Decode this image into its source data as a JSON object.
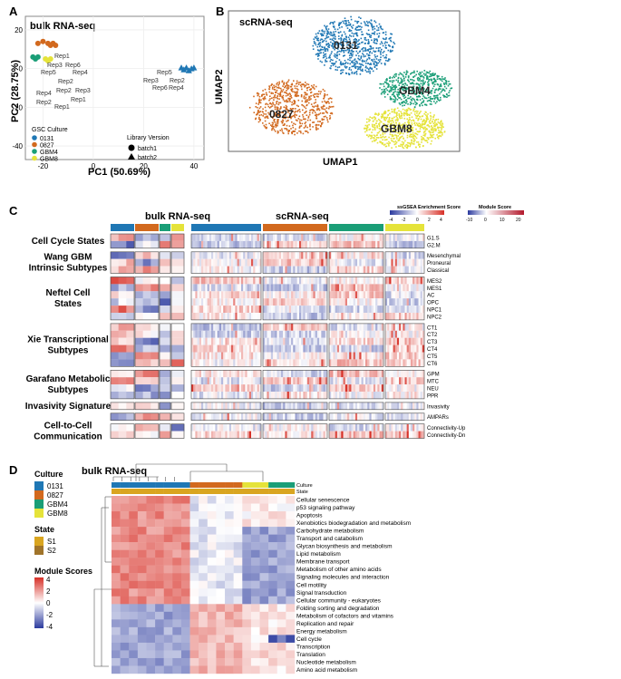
{
  "panels": {
    "a": "A",
    "b": "B",
    "c": "C",
    "d": "D"
  },
  "panel_a": {
    "title": "bulk RNA-seq",
    "legend_culture_title": "GSC Culture",
    "cultures": [
      {
        "name": "0131",
        "color": "#1f77b4"
      },
      {
        "name": "0827",
        "color": "#d2691e"
      },
      {
        "name": "GBM4",
        "color": "#1a9e77"
      },
      {
        "name": "GBM8",
        "color": "#e5e33a"
      }
    ],
    "legend_library_title": "Library Version",
    "library": [
      "batch1",
      "batch2"
    ],
    "rep_labels_left": [
      "Rep1",
      "Rep3",
      "Rep6",
      "Rep5",
      "Rep4",
      "Rep2",
      "Rep2",
      "Rep3",
      "Rep4",
      "Rep2",
      "Rep1",
      "Rep1"
    ],
    "rep_labels_right": [
      "Rep5",
      "Rep3",
      "Rep2",
      "Rep6",
      "Rep4"
    ]
  },
  "chart_data": {
    "type": "scatter",
    "xlabel": "PC1 (50.69%)",
    "ylabel": "PC2 (28.75%)",
    "xticks": [
      "-20",
      "0",
      "20",
      "40"
    ],
    "yticks": [
      "20",
      "0",
      "-20",
      "-40"
    ],
    "xlim": [
      -27,
      44
    ],
    "ylim": [
      -47,
      27
    ],
    "series": [
      {
        "name": "0131",
        "points": [
          [
            35,
            0.5
          ],
          [
            36,
            -0.5
          ],
          [
            37,
            0.5
          ],
          [
            38,
            -1
          ],
          [
            39,
            0
          ],
          [
            40,
            0.5
          ]
        ]
      },
      {
        "name": "0827",
        "points": [
          [
            -22,
            13
          ],
          [
            -20,
            14
          ],
          [
            -18,
            13
          ],
          [
            -17,
            12
          ],
          [
            -16,
            13
          ],
          [
            -15,
            12
          ]
        ]
      },
      {
        "name": "GBM4",
        "points": [
          [
            -24,
            6
          ],
          [
            -23,
            5
          ],
          [
            -22,
            6
          ]
        ]
      },
      {
        "name": "GBM8",
        "points": [
          [
            -19,
            5
          ],
          [
            -18,
            4
          ],
          [
            -17,
            5
          ]
        ]
      }
    ]
  },
  "panel_b": {
    "title": "scRNA-seq",
    "xlabel": "UMAP1",
    "ylabel": "UMAP2",
    "clusters": [
      "0131",
      "0827",
      "GBM4",
      "GBM8"
    ]
  },
  "panel_c": {
    "bulk_title": "bulk RNA-seq",
    "sc_title": "scRNA-seq",
    "legend1_title": "ssGSEA Enrichment Score",
    "legend1_ticks": [
      "-4",
      "-2",
      "0",
      "2",
      "4"
    ],
    "legend2_title": "Module Score",
    "legend2_ticks": [
      "-10",
      "0",
      "10",
      "20"
    ],
    "groups": [
      {
        "label": "Cell Cycle States",
        "rows": [
          "G1.S",
          "G2.M"
        ]
      },
      {
        "label": "Wang GBM Intrinsic Subtypes",
        "rows": [
          "Mesenchymal",
          "Proneural",
          "Classical"
        ]
      },
      {
        "label": "Neftel Cell States",
        "rows": [
          "MES2",
          "MES1",
          "AC",
          "OPC",
          "NPC1",
          "NPC2"
        ]
      },
      {
        "label": "Xie Transcriptional Subtypes",
        "rows": [
          "CT1",
          "CT2",
          "CT3",
          "CT4",
          "CT5",
          "CT6"
        ]
      },
      {
        "label": "Garafano Metabolic Subtypes",
        "rows": [
          "GPM",
          "MTC",
          "NEU",
          "PPR"
        ]
      },
      {
        "label": "Invasivity Signature",
        "rows": [
          "Invasivity"
        ]
      },
      {
        "label": "",
        "rows": [
          "AMPARs"
        ]
      },
      {
        "label": "Cell-to-Cell Communication",
        "rows": [
          "Connectivity-Up",
          "Connectivity-Dn"
        ]
      }
    ]
  },
  "panel_d": {
    "title": "bulk RNA-seq",
    "culture_title": "Culture",
    "state_title": "State",
    "states": [
      {
        "name": "S1",
        "color": "#d9a520"
      },
      {
        "name": "S2",
        "color": "#a0742a"
      }
    ],
    "module_title": "Module Scores",
    "module_ticks": [
      "4",
      "2",
      "0",
      "-2",
      "-4"
    ],
    "annot_culture": "Culture",
    "annot_state": "State",
    "rows": [
      "Cellular senescence",
      "p53 signaling pathway",
      "Apoptosis",
      "Xenobiotics biodegradation and metabolism",
      "Carbohydrate metabolism",
      "Transport and catabolism",
      "Glycan biosynthesis and metabolism",
      "Lipid metabolism",
      "Membrane transport",
      "Metabolism of other amino acids",
      "Signaling molecules and interaction",
      "Cell motility",
      "Signal transduction",
      "Cellular community - eukaryotes",
      "Folding sorting and degradation",
      "Metabolism of cofactors and vitamins",
      "Replication and repair",
      "Energy metabolism",
      "Cell cycle",
      "Transcription",
      "Translation",
      "Nucleotide metabolism",
      "Amino acid metabolism"
    ]
  }
}
